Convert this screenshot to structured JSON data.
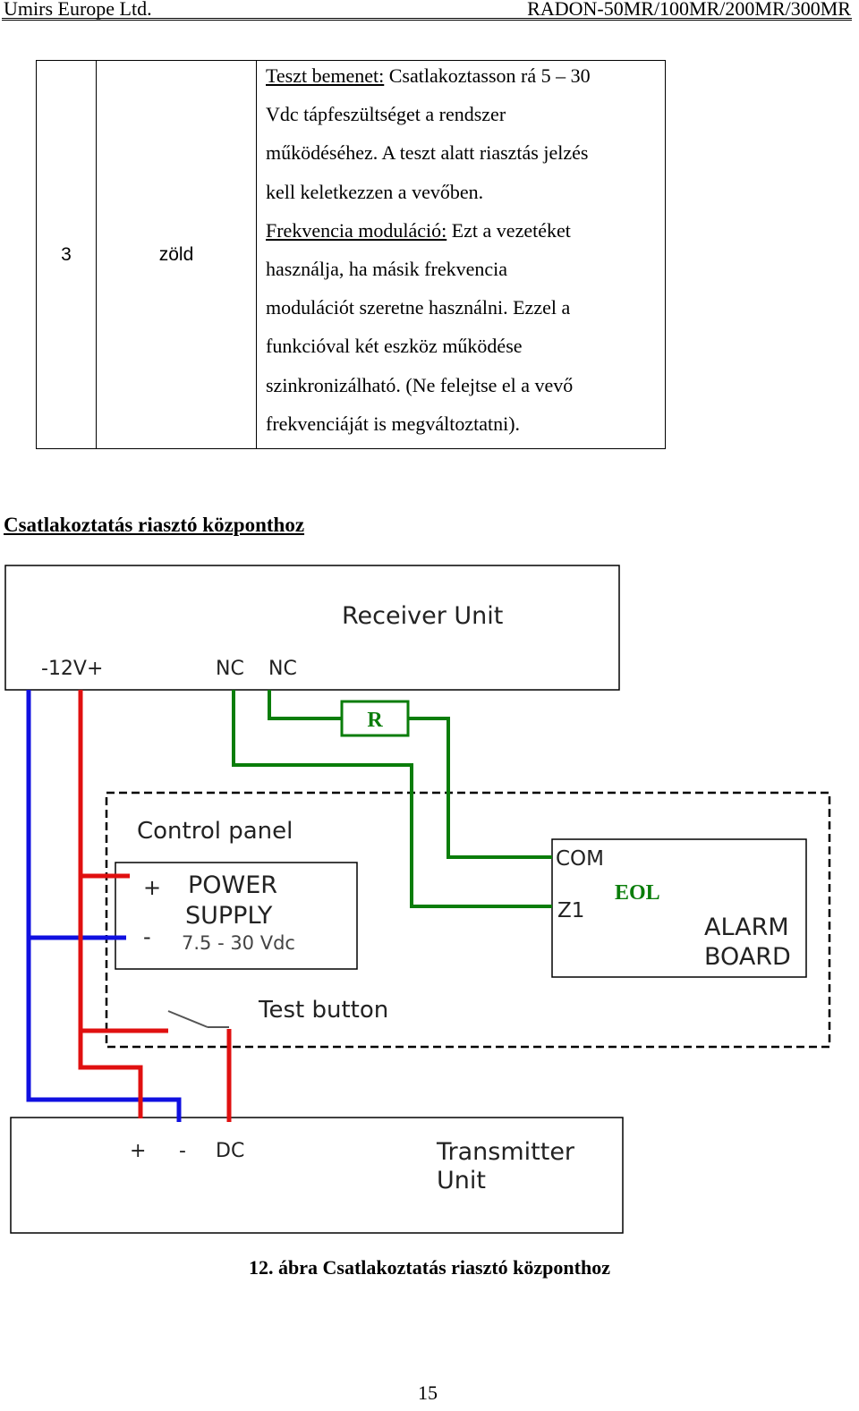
{
  "header": {
    "company": "Umirs Europe Ltd.",
    "model": "RADON-50MR/100MR/200MR/300MR"
  },
  "table": {
    "row": {
      "number": "3",
      "color": "zöld",
      "lines": [
        {
          "u": "Teszt bemenet:",
          "t": " Csatlakoztasson rá 5 – 30"
        },
        {
          "u": "",
          "t": "Vdc tápfeszültséget a rendszer"
        },
        {
          "u": "",
          "t": "működéséhez. A teszt alatt riasztás jelzés"
        },
        {
          "u": "",
          "t": "kell keletkezzen a vevőben."
        },
        {
          "u": "Frekvencia moduláció:",
          "t": " Ezt a vezetéket"
        },
        {
          "u": "",
          "t": "használja, ha másik frekvencia"
        },
        {
          "u": "",
          "t": "modulációt szeretne használni. Ezzel a"
        },
        {
          "u": "",
          "t": "funkcióval két eszköz működése"
        },
        {
          "u": "",
          "t": "szinkronizálható. (Ne felejtse el a vevő"
        },
        {
          "u": "",
          "t": "frekvenciáját is megváltoztatni)."
        }
      ]
    }
  },
  "section_title": "Csatlakoztatás riasztó központhoz",
  "diagram": {
    "receiver_unit": "Receiver Unit",
    "receiver_power": "-12V+",
    "nc1": "NC",
    "nc2": "NC",
    "resistor": "R",
    "control_panel": "Control panel",
    "power_plus": "+",
    "power_minus": "-",
    "power_supply_1": "POWER",
    "power_supply_2": "SUPPLY",
    "power_supply_3": "7.5 - 30 Vdc",
    "test_button": "Test button",
    "com": "COM",
    "z1": "Z1",
    "eol": "EOL",
    "alarm_board_1": "ALARM",
    "alarm_board_2": "BOARD",
    "tx_plus": "+",
    "tx_minus": "-",
    "tx_dc": "DC",
    "transmitter_1": "Transmitter",
    "transmitter_2": "Unit",
    "colors": {
      "blue": "#1010e0",
      "red": "#e01010",
      "green": "#0a7d0a"
    }
  },
  "caption": "12. ábra Csatlakoztatás riasztó központhoz",
  "page_number": "15"
}
